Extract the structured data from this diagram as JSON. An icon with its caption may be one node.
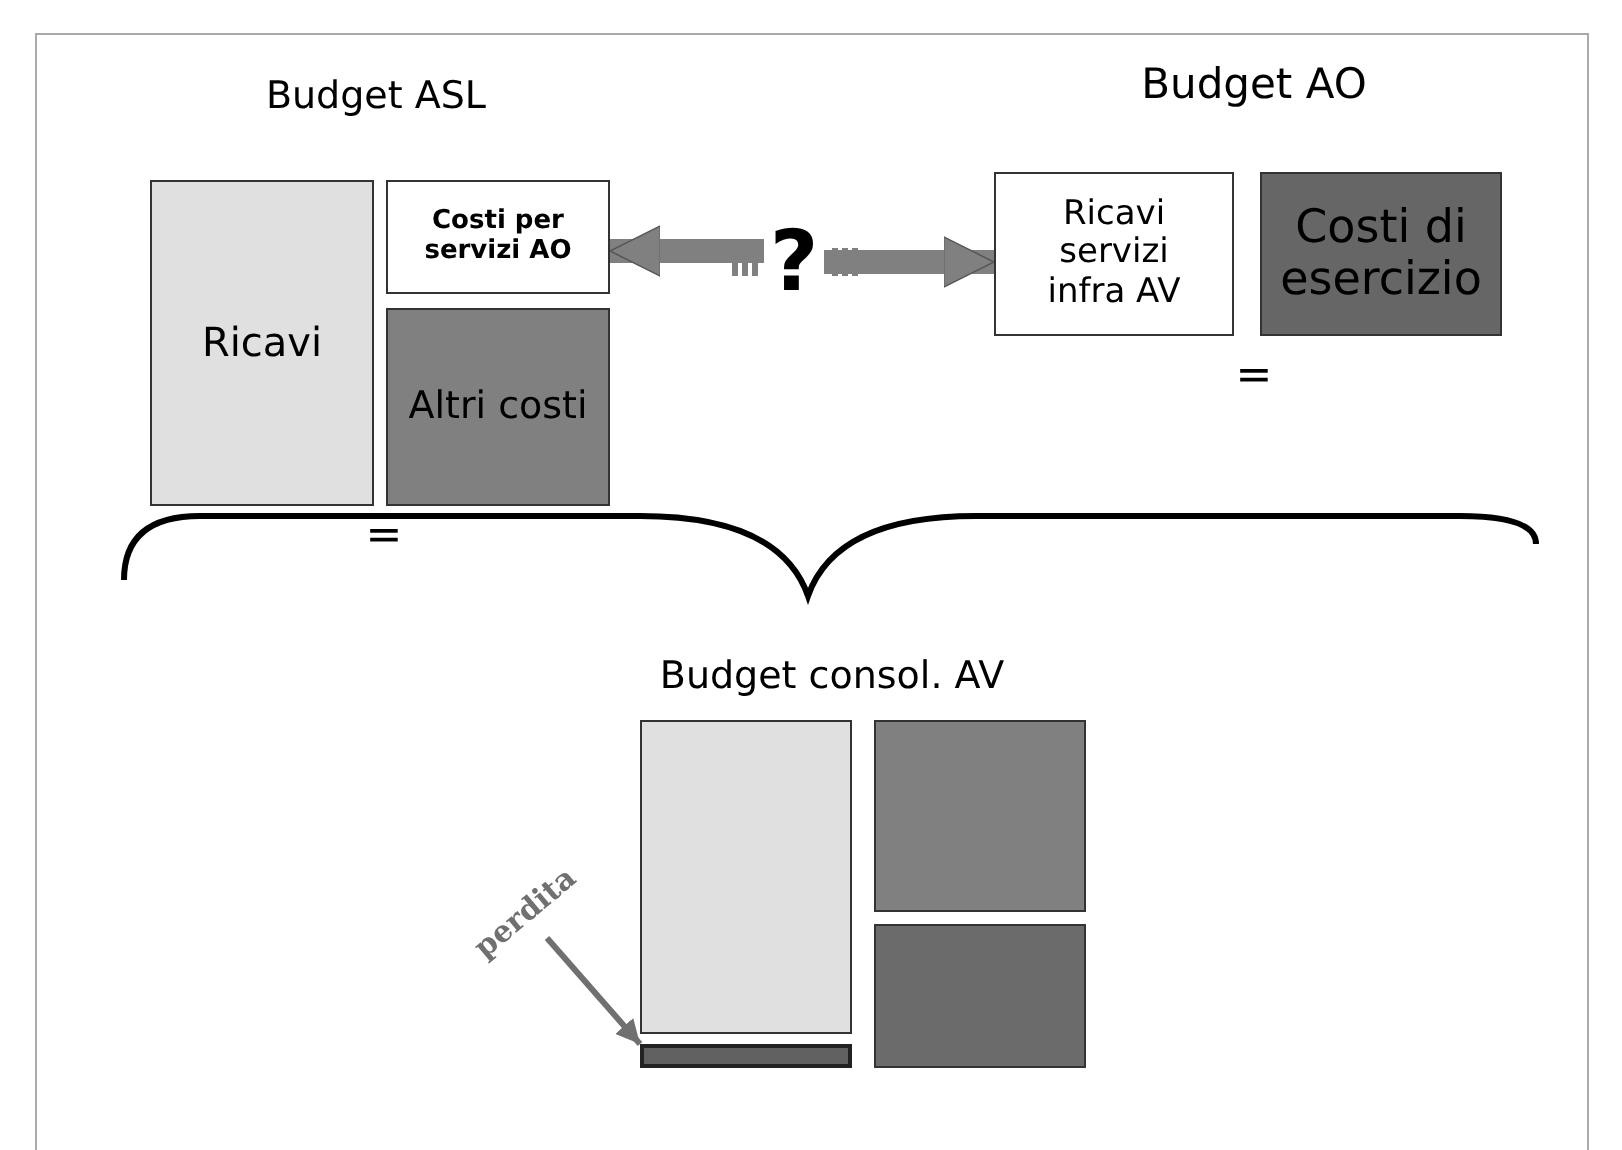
{
  "diagram": {
    "nodes": [
      {
        "text": [
          "Ricavi"
        ]
      },
      {
        "text": [
          "Costi per servizi AO"
        ]
      },
      {
        "text": [
          "Altri costi"
        ]
      },
      {
        "text": [
          "?"
        ]
      },
      {
        "text": [
          "Ricavi servizi infra AV"
        ]
      },
      {
        "text": [
          "Costi di esercizio"
        ]
      },
      {
        "text": [],
        "shape": "box"
      },
      {
        "text": [],
        "shape": "box"
      },
      {
        "text": [],
        "shape": "box"
      },
      {
        "text": [],
        "shape": "bar"
      },
      {
        "text": [
          "perdita"
        ]
      }
    ],
    "edges": [
      {
        "from": 3,
        "to": 1,
        "arrow": "to"
      },
      {
        "from": 3,
        "to": 4,
        "arrow": "to"
      },
      {
        "from": 10,
        "to": 9,
        "arrow": "to"
      }
    ],
    "labels": [
      "Budget ASL",
      "Budget AO",
      "=",
      "=",
      "Budget consol. AV"
    ]
  }
}
